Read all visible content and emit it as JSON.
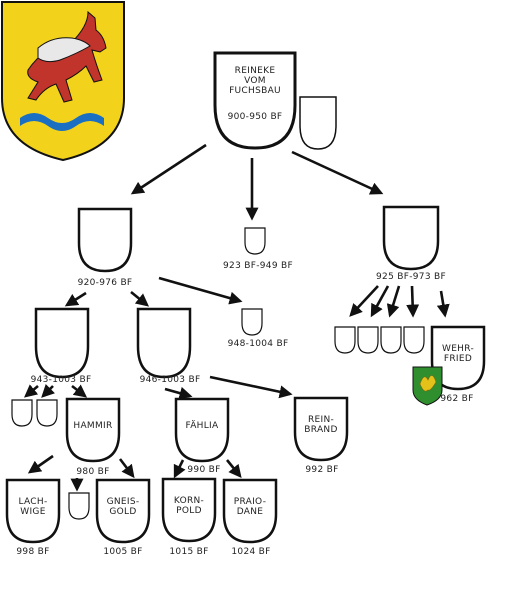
{
  "colors": {
    "coat_field": "#f3d21c",
    "coat_fox": "#c0342b",
    "coat_goose": "#e8e8e8",
    "coat_wave": "#1a6fc2",
    "crest_green": "#2f8f2f",
    "crest_gold": "#e4c21a",
    "shield_stroke": "#111111",
    "arrow": "#111111"
  },
  "nodes": {
    "root": {
      "name_lines": [
        "REINEKE",
        "VOM",
        "FUCHSBAU"
      ],
      "years": "900-950 BF"
    },
    "rootSide": {
      "name_lines": [],
      "years": ""
    },
    "a": {
      "name_lines": [],
      "years": "920-976 BF"
    },
    "b": {
      "name_lines": [],
      "years": "923 BF-949 BF"
    },
    "c": {
      "name_lines": [],
      "years": "925 BF-973 BF"
    },
    "a1": {
      "name_lines": [],
      "years": "943-1003 BF"
    },
    "a2": {
      "name_lines": [],
      "years": "946-1003 BF"
    },
    "a3": {
      "name_lines": [],
      "years": "948-1004 BF"
    },
    "c1": {
      "name_lines": [],
      "years": ""
    },
    "c2": {
      "name_lines": [],
      "years": ""
    },
    "c3": {
      "name_lines": [],
      "years": ""
    },
    "c4": {
      "name_lines": [],
      "years": ""
    },
    "c5": {
      "name_lines": [
        "WEHR-",
        "FRIED"
      ],
      "years": "962 BF"
    },
    "s1": {
      "name_lines": [],
      "years": ""
    },
    "s2": {
      "name_lines": [],
      "years": ""
    },
    "hammir": {
      "name_lines": [
        "HAMMIR"
      ],
      "years": "980 BF"
    },
    "fahlia": {
      "name_lines": [
        "FÄHLIA"
      ],
      "years": "990 BF"
    },
    "reinbrand": {
      "name_lines": [
        "REIN-",
        "BRAND"
      ],
      "years": "992 BF"
    },
    "lachwige": {
      "name_lines": [
        "LACH-",
        "WIGE"
      ],
      "years": "998 BF"
    },
    "smallH": {
      "name_lines": [],
      "years": ""
    },
    "gneisgold": {
      "name_lines": [
        "GNEIS-",
        "GOLD"
      ],
      "years": "1005 BF"
    },
    "kornpold": {
      "name_lines": [
        "KORN-",
        "POLD"
      ],
      "years": "1015 BF"
    },
    "praiodane": {
      "name_lines": [
        "PRAIO-",
        "DANE"
      ],
      "years": "1024 BF"
    }
  }
}
